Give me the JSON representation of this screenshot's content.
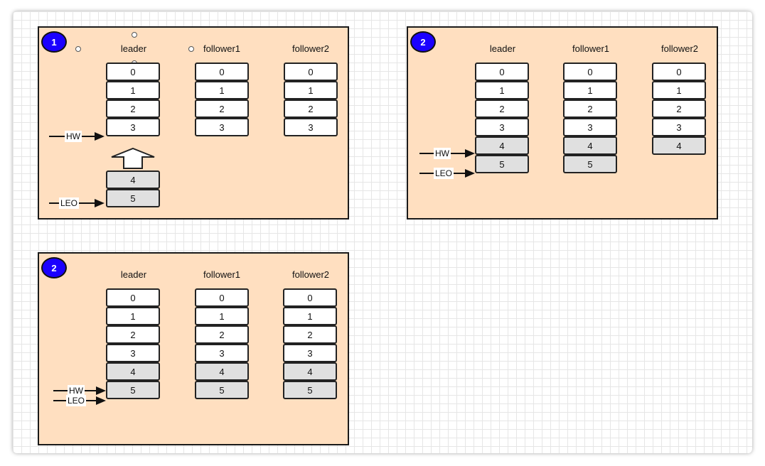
{
  "panels": [
    {
      "badge": "1",
      "columns": [
        {
          "label": "leader",
          "cells": [
            "0",
            "1",
            "2",
            "3"
          ]
        },
        {
          "label": "follower1",
          "cells": [
            "0",
            "1",
            "2",
            "3"
          ]
        },
        {
          "label": "follower2",
          "cells": [
            "0",
            "1",
            "2",
            "3"
          ]
        }
      ],
      "incoming_cells": [
        "4",
        "5"
      ],
      "pointers": {
        "hw": "HW",
        "leo": "LEO"
      }
    },
    {
      "badge": "2",
      "columns": [
        {
          "label": "leader",
          "cells": [
            "0",
            "1",
            "2",
            "3",
            "4",
            "5"
          ]
        },
        {
          "label": "follower1",
          "cells": [
            "0",
            "1",
            "2",
            "3",
            "4",
            "5"
          ]
        },
        {
          "label": "follower2",
          "cells": [
            "0",
            "1",
            "2",
            "3",
            "4"
          ]
        }
      ],
      "pointers": {
        "hw": "HW",
        "leo": "LEO"
      }
    },
    {
      "badge": "2",
      "columns": [
        {
          "label": "leader",
          "cells": [
            "0",
            "1",
            "2",
            "3",
            "4",
            "5"
          ]
        },
        {
          "label": "follower1",
          "cells": [
            "0",
            "1",
            "2",
            "3",
            "4",
            "5"
          ]
        },
        {
          "label": "follower2",
          "cells": [
            "0",
            "1",
            "2",
            "3",
            "4",
            "5"
          ]
        }
      ],
      "pointers": {
        "hw": "HW",
        "leo": "LEO"
      }
    }
  ],
  "colors": {
    "panel_fill": "#ffdfc0",
    "badge_fill": "#1b00ff",
    "committed_cell": "#ffffff",
    "new_cell": "#e0e0e0"
  }
}
